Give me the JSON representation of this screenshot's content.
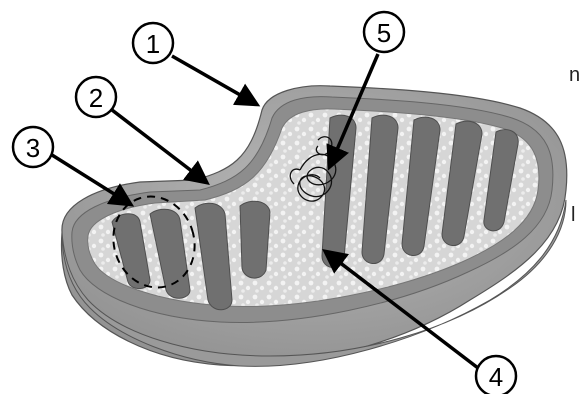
{
  "labels": [
    "1",
    "2",
    "3",
    "4",
    "5"
  ],
  "edge_text": {
    "top": "n",
    "middle": "l"
  },
  "colors": {
    "outer_membrane": "#a3a3a3",
    "outer_dark": "#7a7a7a",
    "intermembrane": "#8c8c8c",
    "cristae": "#6f6f6f",
    "matrix": "#d8d8d8",
    "granule": "#f2f2f2",
    "outline": "#000000"
  }
}
